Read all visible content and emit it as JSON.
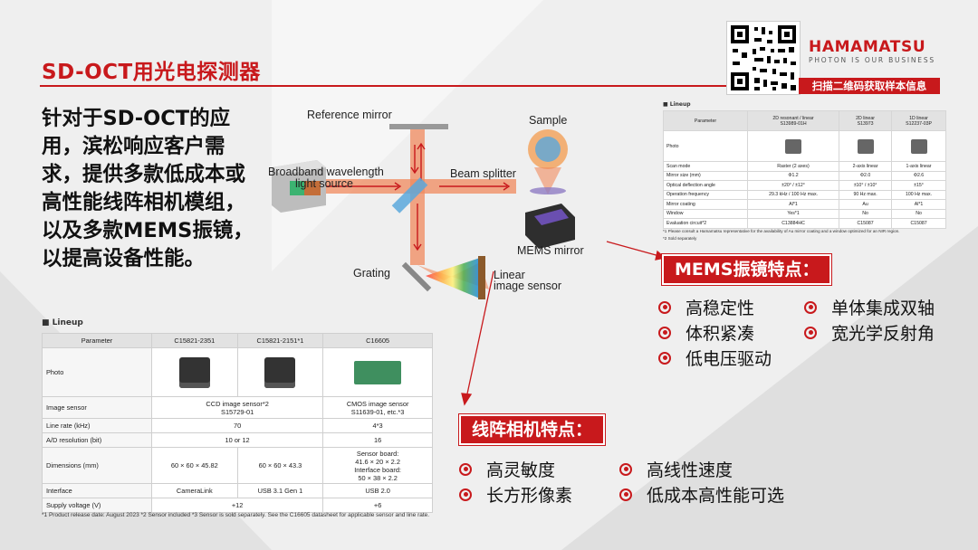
{
  "page": {
    "title": "SD-OCT用光电探测器",
    "intro": "针对于SD-OCT的应用，滨松响应客户需求，提供多款低成本或高性能线阵相机模组，以及多款MEMS振镜，以提高设备性能。"
  },
  "branding": {
    "company": "HAMAMATSU",
    "tagline": "PHOTON IS OUR BUSINESS",
    "scan_text": "扫描二维码获取样本信息"
  },
  "diagram": {
    "reference_mirror": "Reference mirror",
    "sample": "Sample",
    "light_source_line1": "Broadband wavelength",
    "light_source_line2": "light source",
    "beam_splitter": "Beam splitter",
    "mems_mirror": "MEMS mirror",
    "grating": "Grating",
    "sensor_line1": "Linear",
    "sensor_line2": "image sensor"
  },
  "camera_table": {
    "title": "■ Lineup",
    "headers": [
      "Parameter",
      "C15821-2351",
      "C15821-2151*1",
      "C16605"
    ],
    "rows": {
      "photo": "Photo",
      "image_sensor": {
        "label": "Image sensor",
        "ccd": "CCD image sensor*2",
        "ccd_model": "S15729-01",
        "cmos": "CMOS image sensor",
        "cmos_model": "S11639-01, etc.*3"
      },
      "line_rate": {
        "label": "Line rate (kHz)",
        "ccd": "70",
        "cmos": "4*3"
      },
      "ad": {
        "label": "A/D resolution (bit)",
        "ccd": "10 or 12",
        "cmos": "16"
      },
      "dimensions": {
        "label": "Dimensions (mm)",
        "c1": "60 × 60 × 45.82",
        "c2": "60 × 60 × 43.3",
        "c3_l1": "Sensor board:",
        "c3_l2": "41.6 × 20 × 2.2",
        "c3_l3": "Interface board:",
        "c3_l4": "50 × 38 × 2.2"
      },
      "interface": {
        "label": "Interface",
        "c1": "CameraLink",
        "c2": "USB 3.1 Gen 1",
        "c3": "USB 2.0"
      },
      "supply": {
        "label": "Supply voltage (V)",
        "ccd": "+12",
        "cmos": "+6"
      }
    },
    "footnote": "*1 Product release date: August 2023  *2 Sensor included  *3 Sensor is sold separately. See the C16605 datasheet for applicable sensor and line rate."
  },
  "mems_table": {
    "title": "■ Lineup",
    "headers": [
      "Parameter",
      "2D resonant / linear",
      "2D linear",
      "1D linear"
    ],
    "models": [
      "S13989-01H",
      "S13973",
      "S12237-03P"
    ],
    "rows": [
      {
        "label": "Scan mode",
        "values": [
          "Raster (2 axes)",
          "2-axis linear",
          "1-axis linear"
        ]
      },
      {
        "label": "Mirror size (mm)",
        "values": [
          "Φ1.2",
          "Φ2.0",
          "Φ2.6"
        ]
      },
      {
        "label": "Optical deflection angle",
        "values": [
          "±20° / ±12°",
          "±10° / ±10°",
          "±15°"
        ]
      },
      {
        "label": "Operation frequency",
        "values": [
          "29.3 kHz / 100 Hz max.",
          "90 Hz max.",
          "100 Hz max."
        ]
      },
      {
        "label": "Mirror coating",
        "values": [
          "Al*1",
          "Au",
          "Al*1"
        ]
      },
      {
        "label": "Window",
        "values": [
          "Yes*1",
          "No",
          "No"
        ]
      },
      {
        "label": "Evaluation circuit*2",
        "values": [
          "C13884HC",
          "C15087",
          "C15087"
        ]
      }
    ],
    "photo_label": "Photo",
    "footnote1": "*1 Please consult a Hamamatsu representative for the availability of Au mirror coating and a window optimized for an NIR region.",
    "footnote2": "*2 Sold separately"
  },
  "mems_features": {
    "title": "MEMS振镜特点：",
    "items": [
      "高稳定性",
      "单体集成双轴",
      "体积紧凑",
      "宽光学反射角",
      "低电压驱动"
    ]
  },
  "camera_features": {
    "title": "线阵相机特点：",
    "items": [
      "高灵敏度",
      "高线性速度",
      "长方形像素",
      "低成本高性能可选"
    ]
  },
  "colors": {
    "accent": "#c8191c",
    "beam": "#f08a5e",
    "splitter": "#5aa8dc"
  }
}
